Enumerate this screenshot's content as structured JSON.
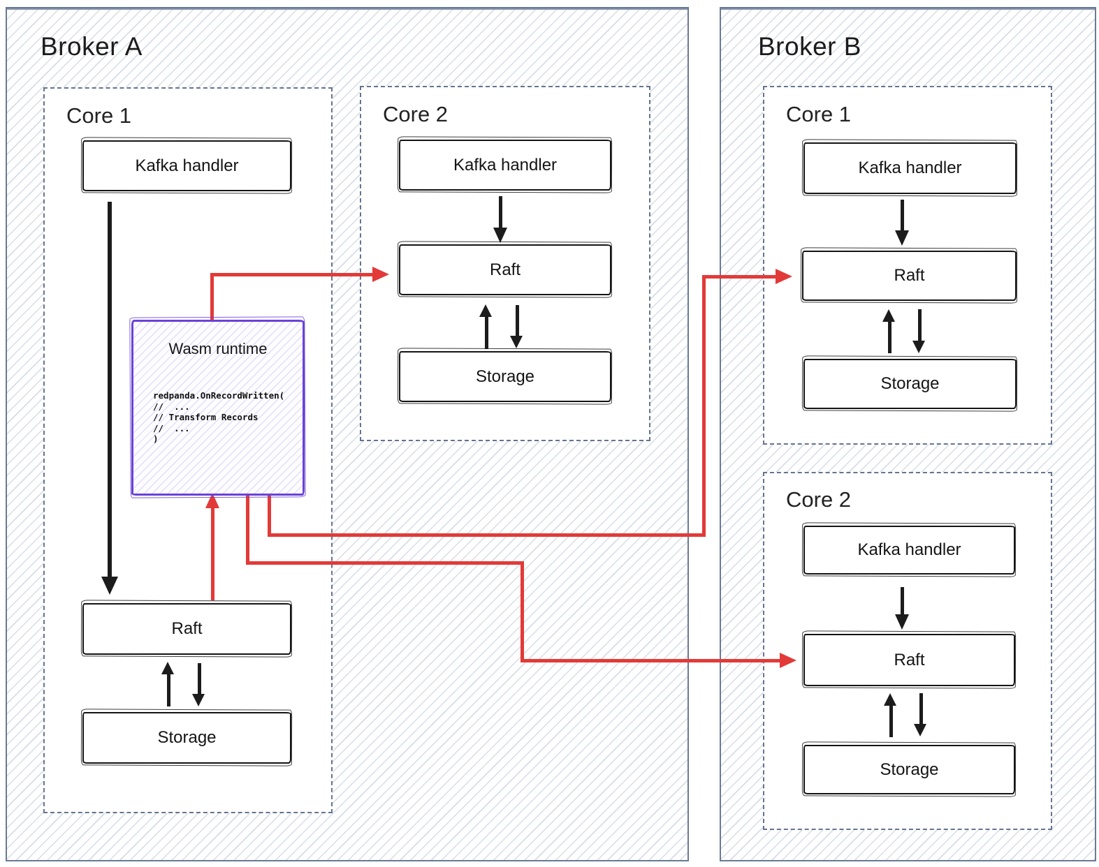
{
  "broker_a": {
    "title": "Broker A",
    "core1": {
      "title": "Core 1",
      "kafka": "Kafka handler",
      "raft": "Raft",
      "storage": "Storage",
      "wasm": {
        "title": "Wasm runtime",
        "code": "redpanda.OnRecordWritten(\n//  ...\n// Transform Records\n//  ...\n)"
      }
    },
    "core2": {
      "title": "Core 2",
      "kafka": "Kafka handler",
      "raft": "Raft",
      "storage": "Storage"
    }
  },
  "broker_b": {
    "title": "Broker B",
    "core1": {
      "title": "Core 1",
      "kafka": "Kafka handler",
      "raft": "Raft",
      "storage": "Storage"
    },
    "core2": {
      "title": "Core 2",
      "kafka": "Kafka handler",
      "raft": "Raft",
      "storage": "Storage"
    }
  },
  "colors": {
    "arrow_red": "#e23a38",
    "wasm_purple": "#6a43d6",
    "box_ink": "#1c1c1c",
    "frame_slate": "#64748f",
    "hatch_line": "#d6dde6"
  }
}
